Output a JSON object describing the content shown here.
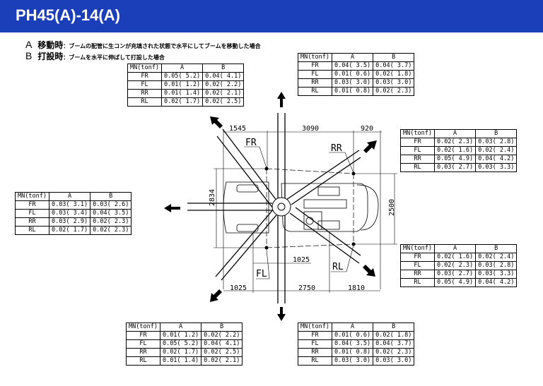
{
  "title": "PH45(A)-14(A)",
  "legend": [
    {
      "key": "A",
      "term": "移動時",
      "desc": "：ブームの配管に生コンが充填された状態で水平にしてブームを移動した場合"
    },
    {
      "key": "B",
      "term": "打設時",
      "desc": "：ブームを水平に伸ばして打設した場合"
    }
  ],
  "table_header": {
    "mn": "MN(tonf)",
    "a": "A",
    "b": "B"
  },
  "tables": [
    {
      "rows": [
        [
          "FR",
          "0.05( 5.2)",
          "0.04( 4.1)"
        ],
        [
          "FL",
          "0.01( 1.2)",
          "0.02( 2.2)"
        ],
        [
          "RR",
          "0.01( 1.4)",
          "0.02( 2.1)"
        ],
        [
          "RL",
          "0.02( 1.7)",
          "0.02( 2.5)"
        ]
      ]
    },
    {
      "rows": [
        [
          "FR",
          "0.04( 3.5)",
          "0.04( 3.7)"
        ],
        [
          "FL",
          "0.01( 0.6)",
          "0.02( 1.8)"
        ],
        [
          "RR",
          "0.03( 3.0)",
          "0.03( 3.0)"
        ],
        [
          "RL",
          "0.01( 0.8)",
          "0.02( 2.3)"
        ]
      ]
    },
    {
      "rows": [
        [
          "FR",
          "0.02( 2.3)",
          "0.03( 2.8)"
        ],
        [
          "FL",
          "0.02( 1.6)",
          "0.02( 2.4)"
        ],
        [
          "RR",
          "0.05( 4.9)",
          "0.04( 4.2)"
        ],
        [
          "RL",
          "0.03( 2.7)",
          "0.03( 3.3)"
        ]
      ]
    },
    {
      "rows": [
        [
          "FR",
          "0.03( 3.1)",
          "0.03( 2.6)"
        ],
        [
          "FL",
          "0.03( 3.4)",
          "0.04( 3.5)"
        ],
        [
          "RR",
          "0.03( 2.9)",
          "0.02( 2.3)"
        ],
        [
          "RL",
          "0.02( 1.7)",
          "0.02( 2.3)"
        ]
      ]
    },
    {
      "rows": [
        [
          "FR",
          "0.02( 1.6)",
          "0.02( 2.4)"
        ],
        [
          "FL",
          "0.02( 2.3)",
          "0.03( 2.8)"
        ],
        [
          "RR",
          "0.03( 2.7)",
          "0.03( 3.3)"
        ],
        [
          "RL",
          "0.05( 4.9)",
          "0.04( 4.2)"
        ]
      ]
    },
    {
      "rows": [
        [
          "FR",
          "0.01( 1.2)",
          "0.02( 2.2)"
        ],
        [
          "FL",
          "0.05( 5.2)",
          "0.04( 4.1)"
        ],
        [
          "RR",
          "0.02( 1.7)",
          "0.02( 2.5)"
        ],
        [
          "RL",
          "0.01( 1.4)",
          "0.02( 2.1)"
        ]
      ]
    },
    {
      "rows": [
        [
          "FR",
          "0.01( 0.6)",
          "0.02( 1.8)"
        ],
        [
          "FL",
          "0.04( 3.5)",
          "0.04( 3.7)"
        ],
        [
          "RR",
          "0.01( 0.8)",
          "0.02( 2.3)"
        ],
        [
          "RL",
          "0.03( 3.0)",
          "0.03( 3.0)"
        ]
      ]
    }
  ],
  "diagram": {
    "dims": {
      "d1545": "1545",
      "d3090": "3090",
      "d920": "920",
      "d2834": "2834",
      "d2500": "2500",
      "d1025a": "1025",
      "d1025b": "1025",
      "d2750": "2750",
      "d1810": "1810"
    },
    "outriggers": {
      "fr": "FR",
      "rr": "RR",
      "fl": "FL",
      "rl": "RL"
    }
  }
}
